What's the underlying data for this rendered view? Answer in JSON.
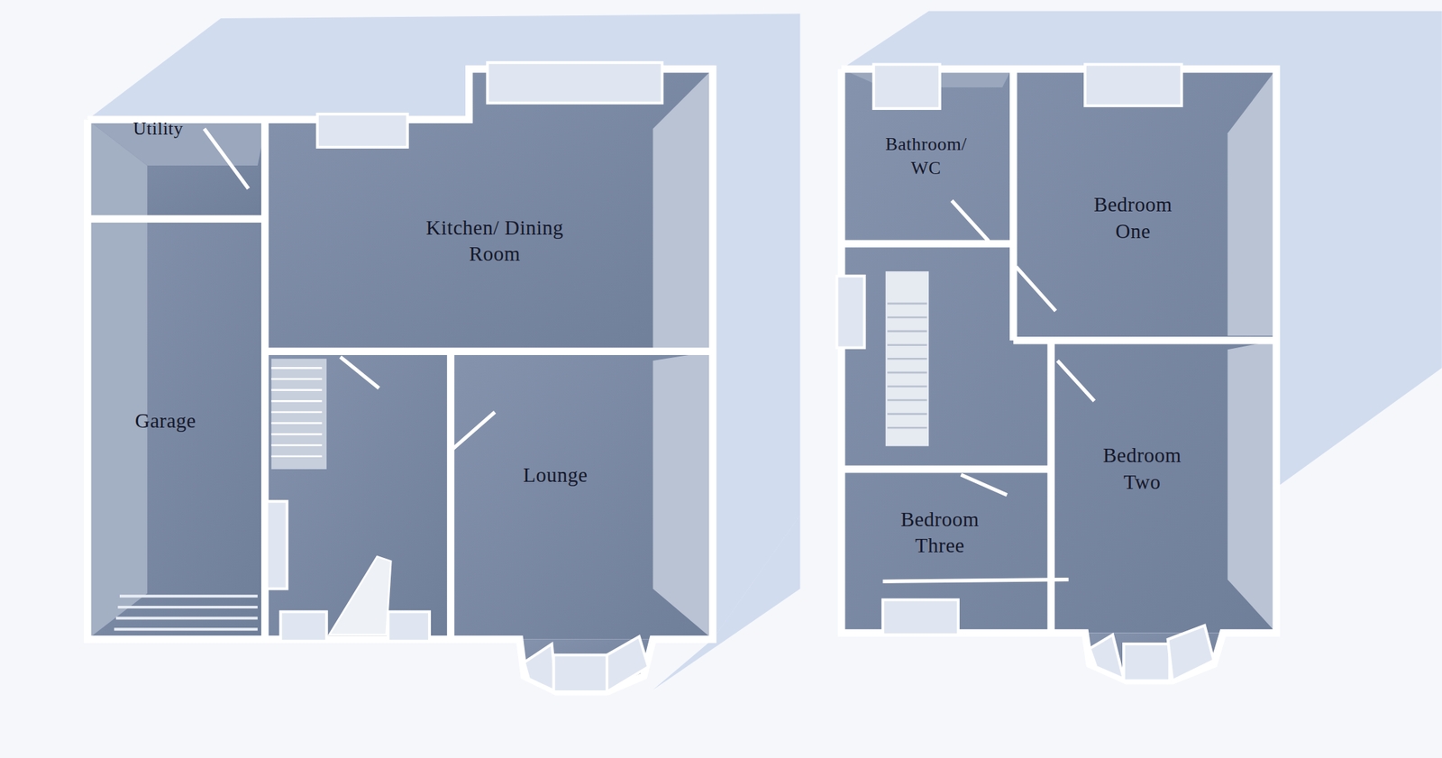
{
  "diagram": {
    "nodes": [
      {
        "text": [
          "Utility"
        ]
      },
      {
        "text": [
          "Kitchen/ Dining Room"
        ]
      },
      {
        "text": [
          "Garage"
        ]
      },
      {
        "text": [
          "Lounge"
        ]
      },
      {
        "text": [
          "Bathroom/ WC"
        ]
      },
      {
        "text": [
          "Bedroom One"
        ]
      },
      {
        "text": [
          "Bedroom Two"
        ]
      },
      {
        "text": [
          "Bedroom Three"
        ]
      }
    ]
  }
}
